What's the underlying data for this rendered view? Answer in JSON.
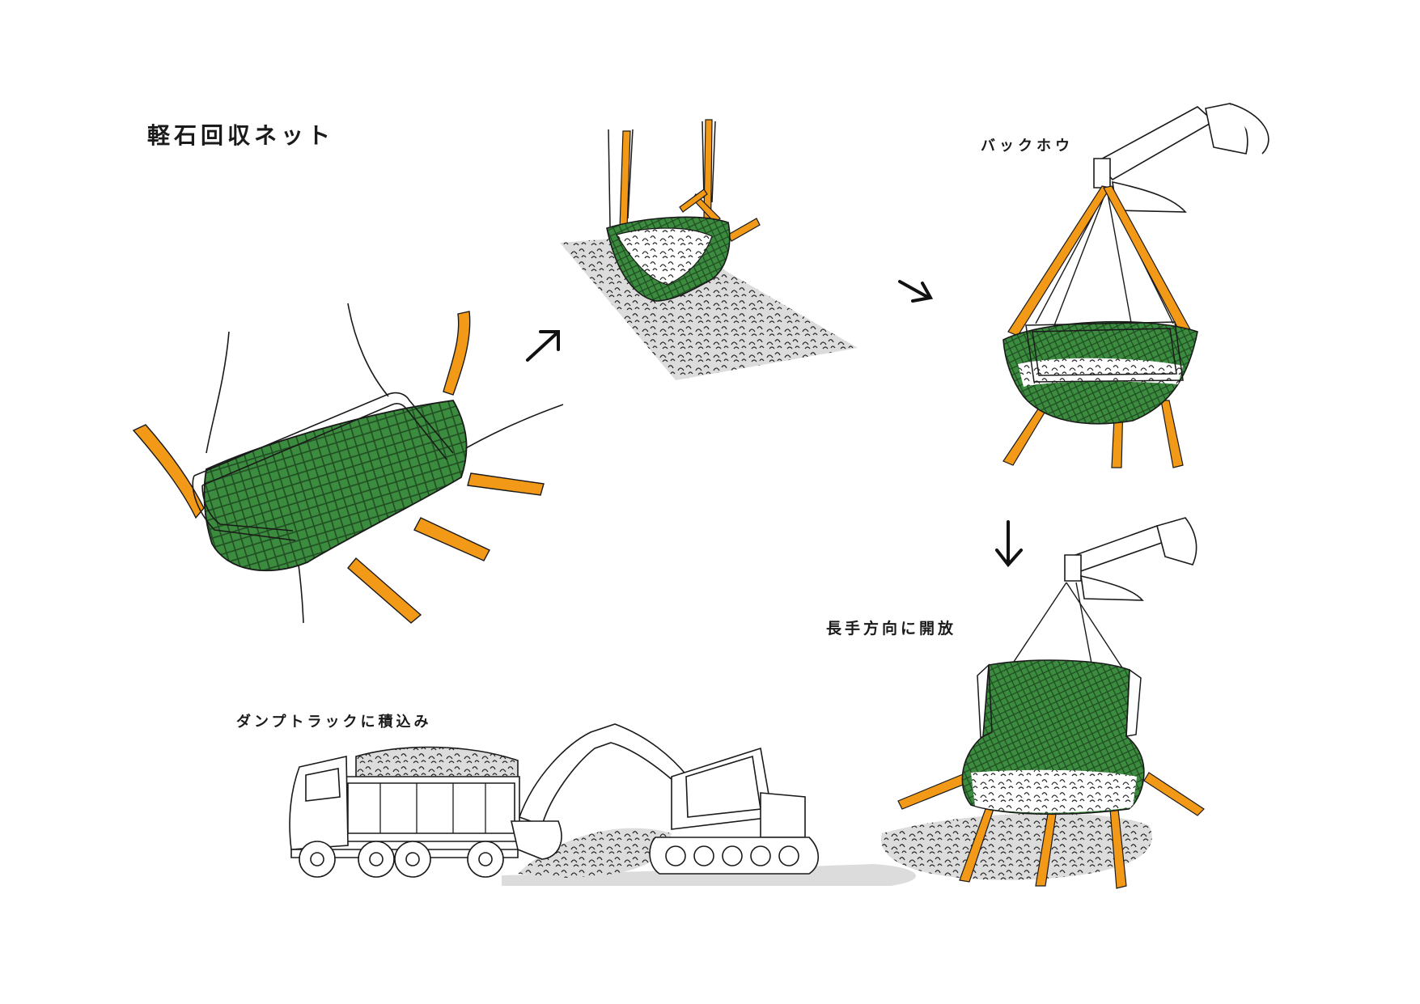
{
  "title": "軽石回収ネット",
  "steps": {
    "backhoe_label": "バックホウ",
    "open_label": "長手方向に開放",
    "dump_label": "ダンプトラックに積込み"
  },
  "colors": {
    "net_green": "#3c8c3f",
    "net_dark": "#1f4d22",
    "strap_orange": "#f29a17",
    "pumice_gray": "#dcdcdc",
    "line": "#1a1a1a"
  },
  "icons": [
    "arrow-up-right-icon",
    "arrow-down-right-icon",
    "arrow-down-icon"
  ]
}
